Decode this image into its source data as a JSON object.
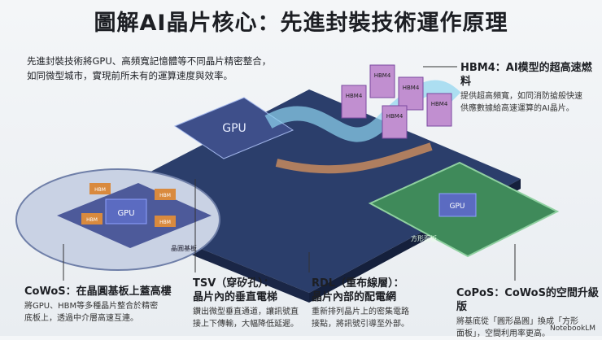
{
  "title": "圖解AI晶片核心：先進封裝技術運作原理",
  "intro": [
    "先進封裝技術將GPU、高頻寬記憶體等不同晶片精密整合，",
    "如同微型城市，實現前所未有的運算速度與效率。"
  ],
  "callouts": {
    "hbm4": {
      "heading": "HBM4：AI模型的超高速燃料",
      "body": [
        "提供超高頻寬，如同消防搶般快速",
        "供應數據給高速運算的AI晶片。"
      ]
    },
    "cowos": {
      "heading": "CoWoS：在晶圓基板上蓋高樓",
      "body": [
        "將GPU、HBM等多種晶片整合於精密",
        "底板上，透過中介層高速互連。"
      ]
    },
    "tsv": {
      "heading1": "TSV（穿矽孔）：",
      "heading2": "晶片內的垂直電梯",
      "body": [
        "鑽出微型垂直通道，讓訊號直",
        "接上下傳輸，大幅降低延遲。"
      ]
    },
    "rdl": {
      "heading1": "RDL（重布線層）：",
      "heading2": "晶片內部的配電網",
      "body": [
        "重新排列晶片上的密集電路",
        "接點，將訊號引導至外部。"
      ]
    },
    "copos": {
      "heading": "CoPoS：CoWoS的空間升級版",
      "body": [
        "將基底從「圓形晶圓」換成「方形",
        "面板」，空間利用率更高。"
      ]
    }
  },
  "illustration": {
    "gpu": "GPU",
    "hbm": "HBM",
    "hbm4": "HBM4",
    "wafer": "晶圓基板",
    "panel": "方形面板"
  },
  "brand": "NotebookLM"
}
